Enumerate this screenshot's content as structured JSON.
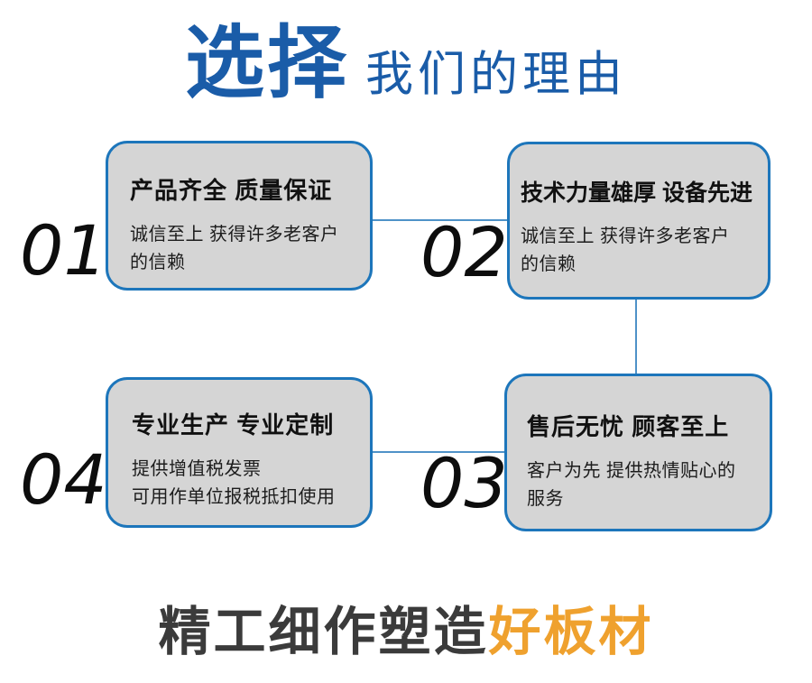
{
  "header": {
    "title_strong": "选择",
    "title_rest": "我们的理由"
  },
  "boxes": [
    {
      "number": "01",
      "title": "产品齐全 质量保证",
      "body": "诚信至上 获得许多老客户\n的信赖"
    },
    {
      "number": "02",
      "title": "技术力量雄厚 设备先进",
      "body": "诚信至上 获得许多老客户\n的信赖"
    },
    {
      "number": "03",
      "title": "售后无忧 顾客至上",
      "body": "客户为先 提供热情贴心的\n服务"
    },
    {
      "number": "04",
      "title": "专业生产 专业定制",
      "body": "提供增值税发票\n可用作单位报税抵扣使用"
    }
  ],
  "footer": {
    "text_dark": "精工细作塑造",
    "text_accent": "好板材"
  },
  "colors": {
    "title-blue": "#1a5ca8",
    "box-border": "#1d76bb",
    "box-fill": "#d5d5d5",
    "connector": "#4f92c8",
    "accent-orange": "#efa12e",
    "footer-dark": "#3b3b3b"
  }
}
